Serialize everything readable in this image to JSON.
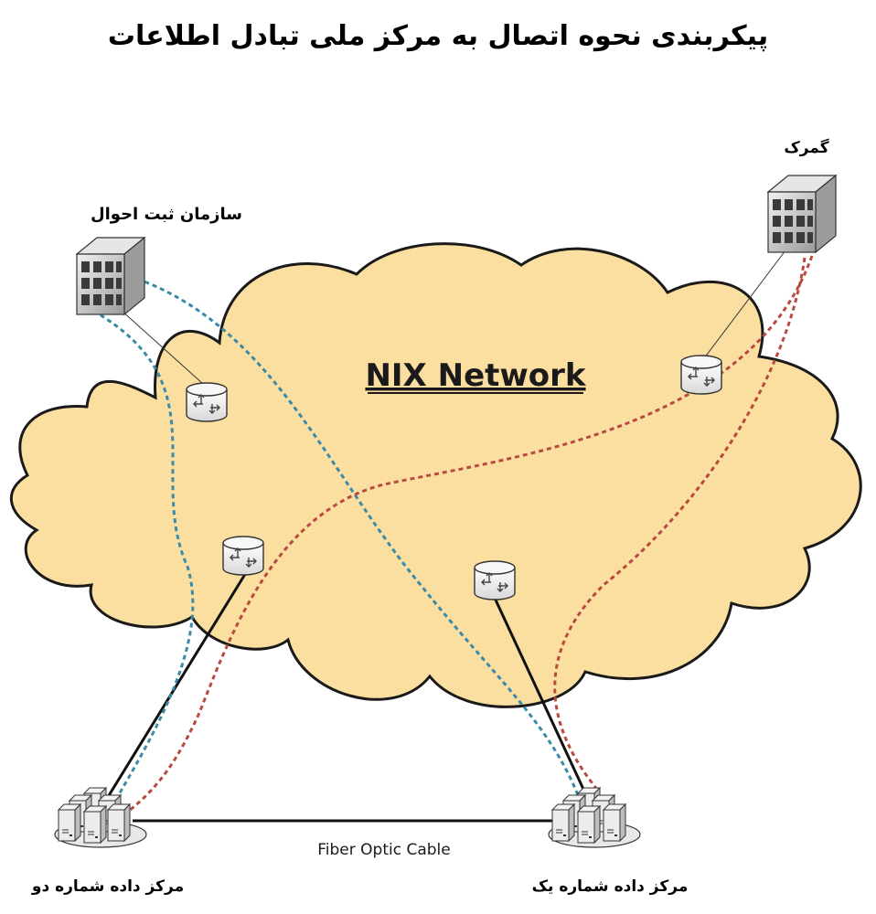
{
  "title": "پیکربندی نحوه اتصال به مرکز ملی تبادل اطلاعات",
  "network_label": "NIX Network",
  "cable_label": "Fiber Optic Cable",
  "nodes": {
    "civil_registry": "سازمان ثبت احوال",
    "customs": "گمرک",
    "datacenter_two": "مرکز داده شماره دو",
    "datacenter_one": "مرکز داده شماره یک"
  },
  "colors": {
    "cloud_fill": "#fbdfa0",
    "cloud_stroke": "#1a1a1a",
    "civil_registry_link": "#3a8aa8",
    "customs_link": "#b84a42",
    "solid_link": "#111111"
  }
}
